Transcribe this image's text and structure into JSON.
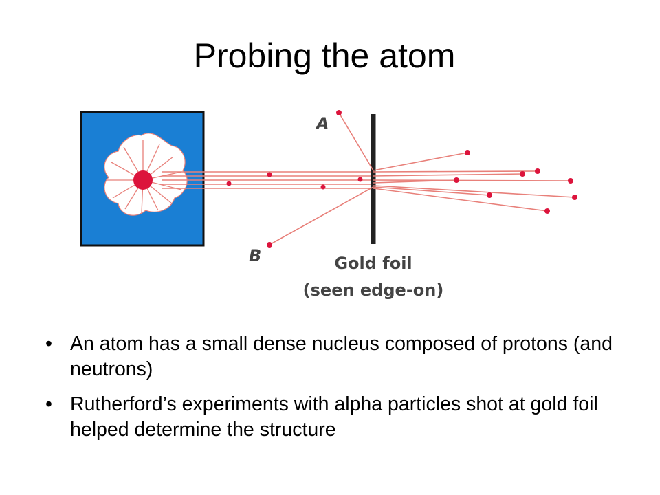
{
  "slide": {
    "title": "Probing the atom",
    "bullets": [
      "An atom has a small dense nucleus composed of protons (and neutrons)",
      "Rutherford’s experiments with alpha particles shot at gold foil helped determine the structure"
    ],
    "bullet_symbol": "•"
  },
  "diagram": {
    "label_a": "A",
    "label_b": "B",
    "foil_label_line1": "Gold foil",
    "foil_label_line2": "(seen edge-on)",
    "colors": {
      "source_box": "#1a7fd4",
      "source_border": "#111111",
      "beam": "#e8807a",
      "particle": "#dc143c",
      "foil": "#222222",
      "label_grey": "#444444"
    },
    "icons": [
      "radioactive-source-icon"
    ]
  }
}
